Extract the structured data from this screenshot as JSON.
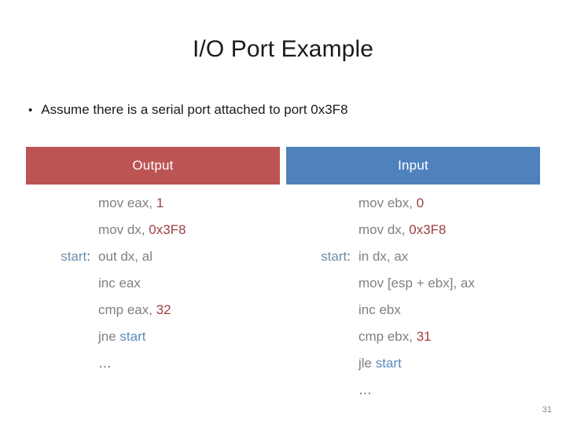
{
  "slide": {
    "title": "I/O Port Example",
    "page_number": "31",
    "bullet": {
      "marker": "•",
      "text": "Assume there is a serial port attached to port 0x3F8"
    }
  },
  "colors": {
    "output_header_bg": "#bc5454",
    "input_header_bg": "#4f81bd",
    "code_text": "#808080",
    "literal": "#9c4141",
    "label": "#5b8dbf"
  },
  "columns": [
    {
      "id": "output",
      "header": "Output",
      "header_bg": "#bc5454",
      "lines": [
        {
          "label": "",
          "mnemonic": "mov eax, ",
          "operand": "1",
          "operand_kind": "number"
        },
        {
          "label": "",
          "mnemonic": "mov dx, ",
          "operand": "0x3F8",
          "operand_kind": "number"
        },
        {
          "label": "start",
          "mnemonic": "out dx, al",
          "operand": "",
          "operand_kind": "none"
        },
        {
          "label": "",
          "mnemonic": "inc eax",
          "operand": "",
          "operand_kind": "none"
        },
        {
          "label": "",
          "mnemonic": "cmp eax, ",
          "operand": "32",
          "operand_kind": "number"
        },
        {
          "label": "",
          "mnemonic": "jne ",
          "operand": "start",
          "operand_kind": "label"
        },
        {
          "label": "",
          "mnemonic": "…",
          "operand": "",
          "operand_kind": "none"
        },
        {
          "label": "",
          "mnemonic": "",
          "operand": "",
          "operand_kind": "none"
        }
      ]
    },
    {
      "id": "input",
      "header": "Input",
      "header_bg": "#4f81bd",
      "lines": [
        {
          "label": "",
          "mnemonic": "mov ebx, ",
          "operand": "0",
          "operand_kind": "number"
        },
        {
          "label": "",
          "mnemonic": "mov dx, ",
          "operand": "0x3F8",
          "operand_kind": "number"
        },
        {
          "label": "start",
          "mnemonic": "in dx, ax",
          "operand": "",
          "operand_kind": "none"
        },
        {
          "label": "",
          "mnemonic": "mov [esp + ebx], ax",
          "operand": "",
          "operand_kind": "none"
        },
        {
          "label": "",
          "mnemonic": "inc ebx",
          "operand": "",
          "operand_kind": "none"
        },
        {
          "label": "",
          "mnemonic": "cmp ebx, ",
          "operand": "31",
          "operand_kind": "number"
        },
        {
          "label": "",
          "mnemonic": "jle ",
          "operand": "start",
          "operand_kind": "label"
        },
        {
          "label": "",
          "mnemonic": "…",
          "operand": "",
          "operand_kind": "none"
        }
      ]
    }
  ]
}
